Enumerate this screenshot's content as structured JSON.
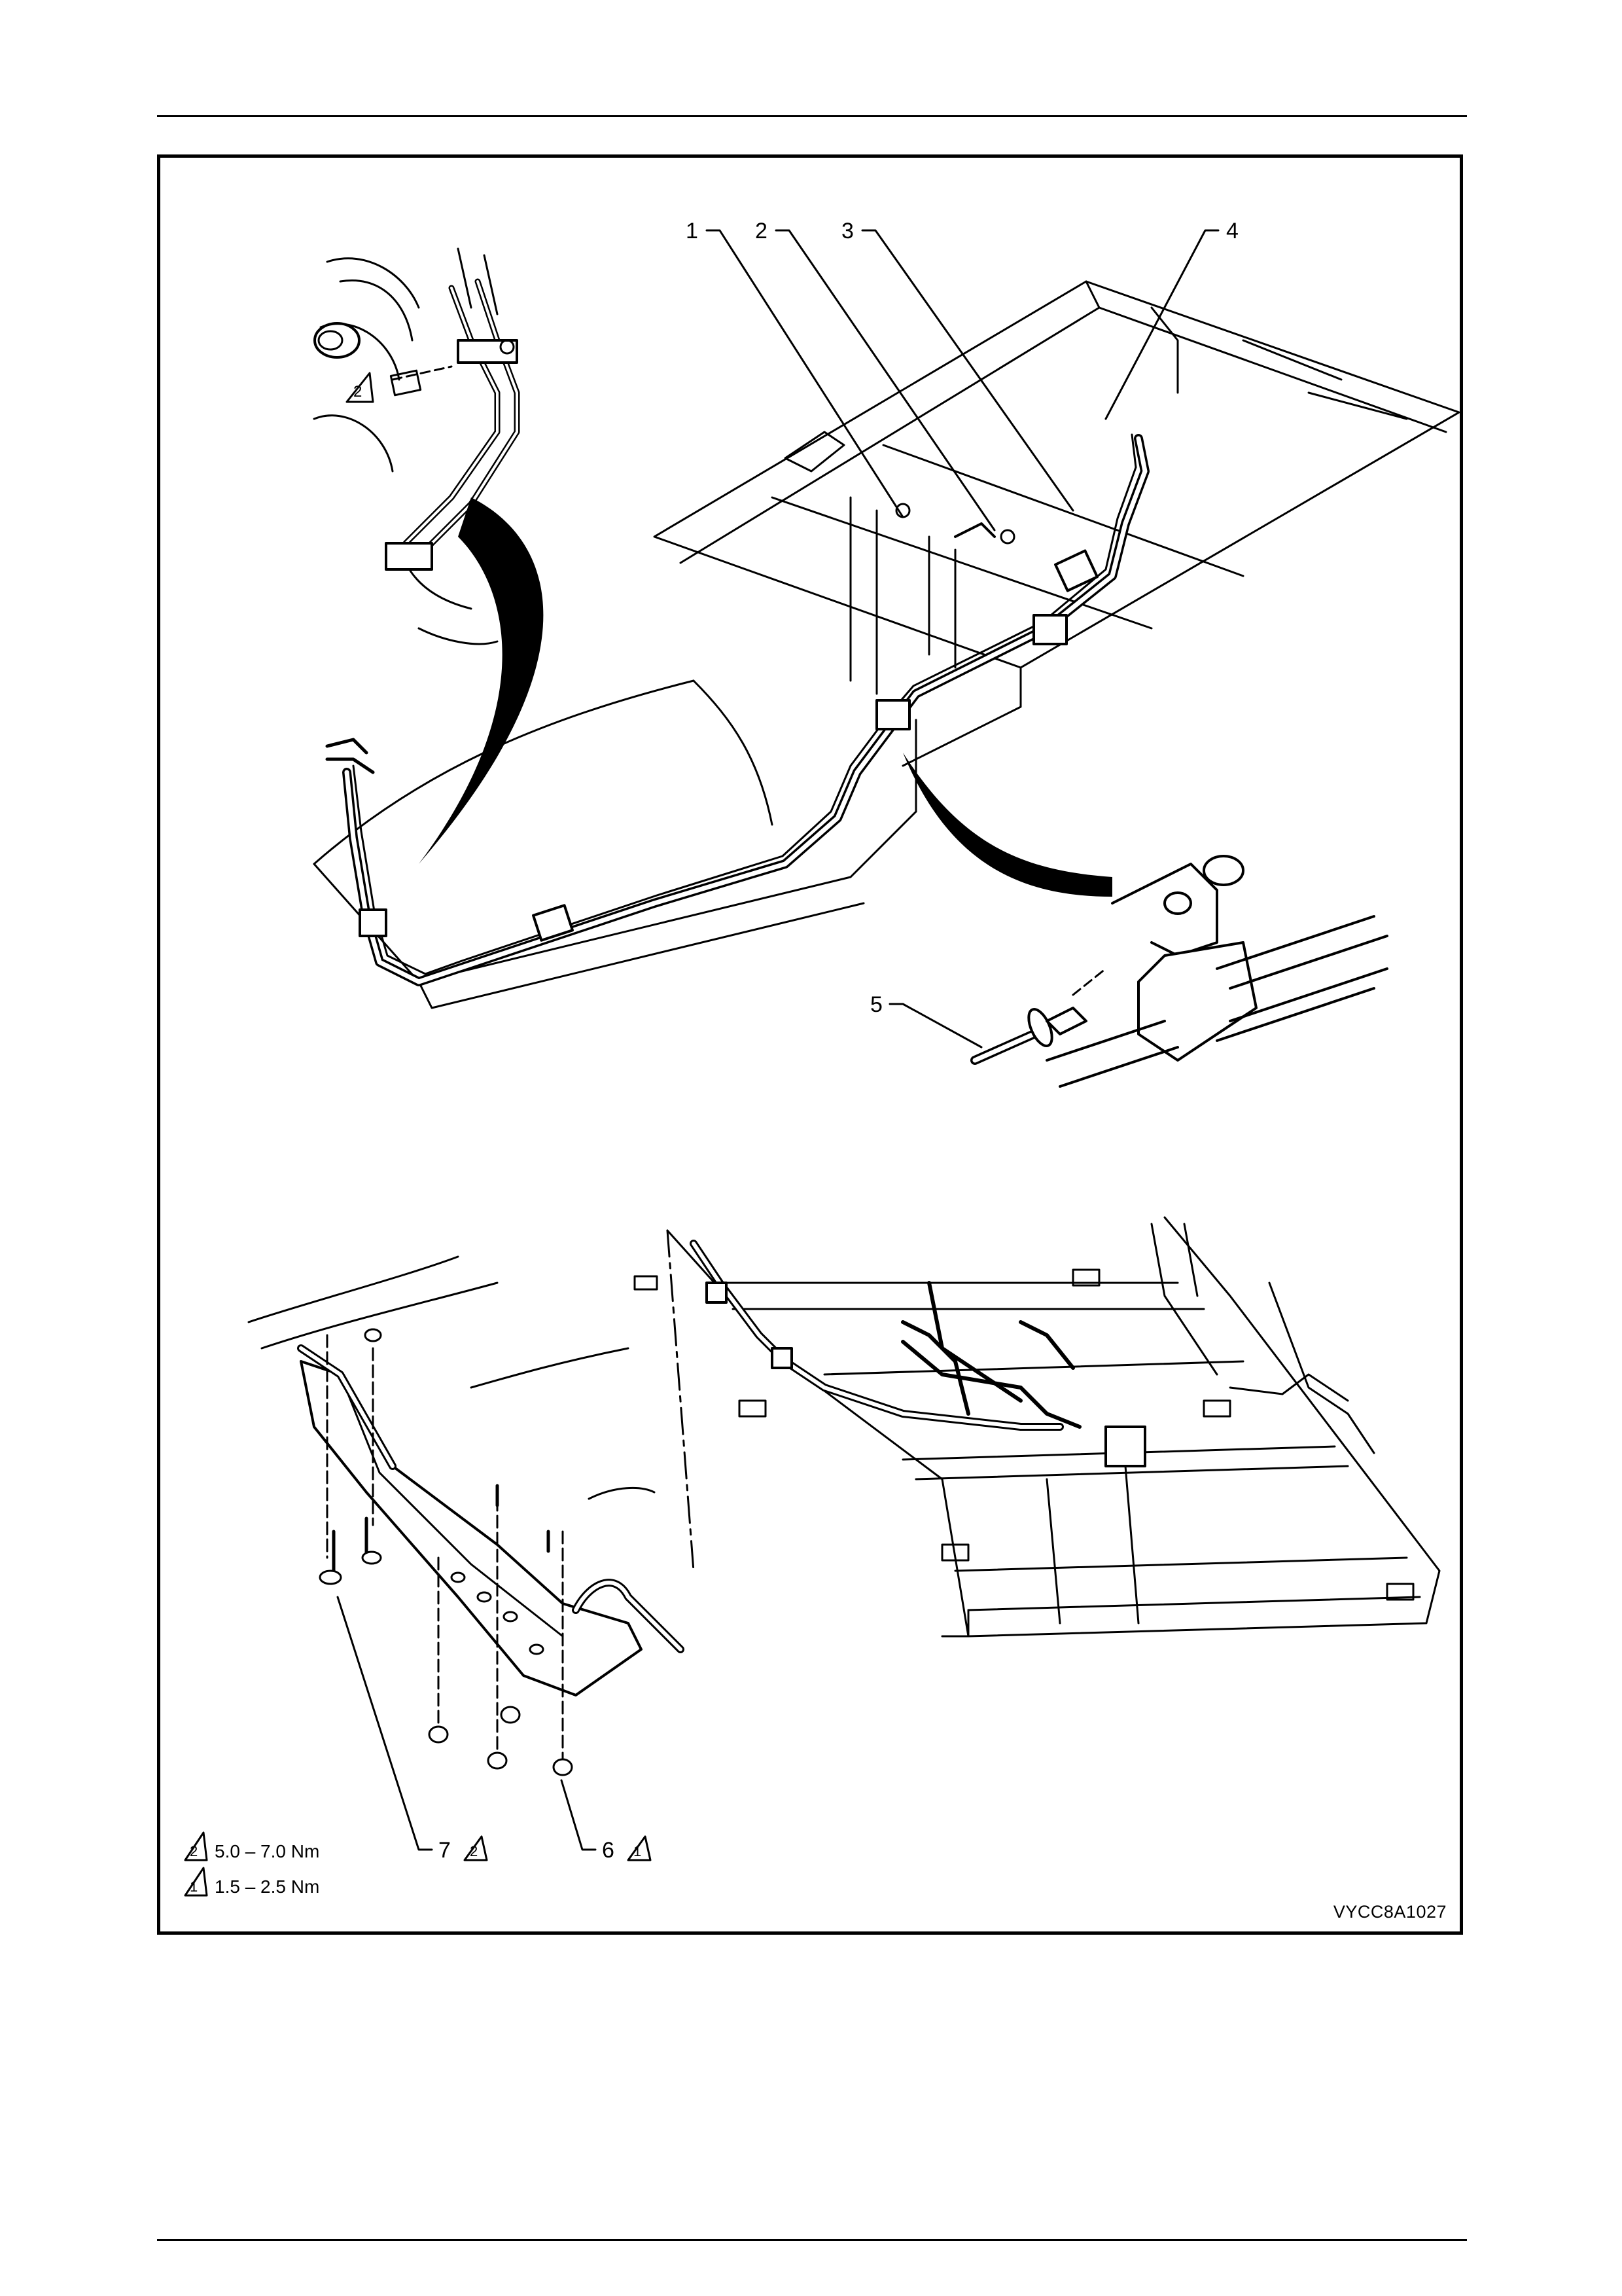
{
  "callouts": [
    {
      "n": "1"
    },
    {
      "n": "2"
    },
    {
      "n": "3"
    },
    {
      "n": "4"
    },
    {
      "n": "5"
    },
    {
      "n": "6",
      "spec": "1"
    },
    {
      "n": "7",
      "spec": "2"
    }
  ],
  "legend": [
    {
      "symbol": "2",
      "text": "5.0 – 7.0 Nm"
    },
    {
      "symbol": "1",
      "text": "1.5 – 2.5 Nm"
    }
  ],
  "figure_code": "VYCC8A1027",
  "detail_symbol": "2",
  "icons": [
    "torque-spec-triangle-icon"
  ]
}
